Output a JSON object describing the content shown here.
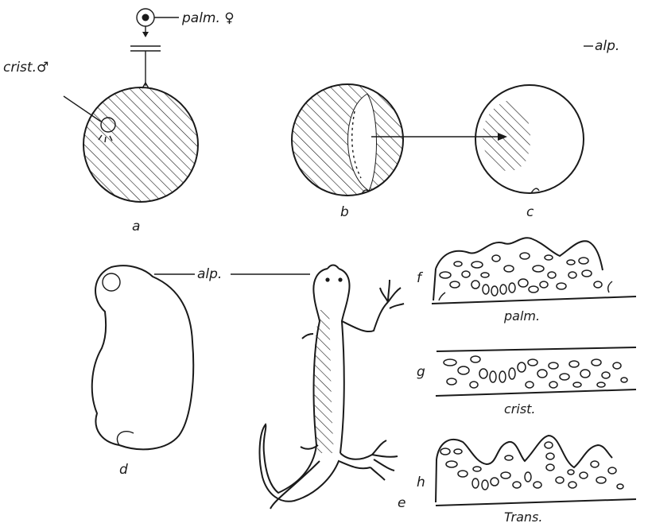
{
  "labels": {
    "palm_female": "palm. ♀",
    "crist_male": "crist.♂",
    "alp_c": "alp.",
    "alp_d": "alp.",
    "panel_a": "a",
    "panel_b": "b",
    "panel_c": "c",
    "panel_d": "d",
    "panel_e": "e",
    "panel_f": "f",
    "panel_g": "g",
    "panel_h": "h",
    "section_f": "palm.",
    "section_g": "crist.",
    "section_h": "Trans."
  }
}
